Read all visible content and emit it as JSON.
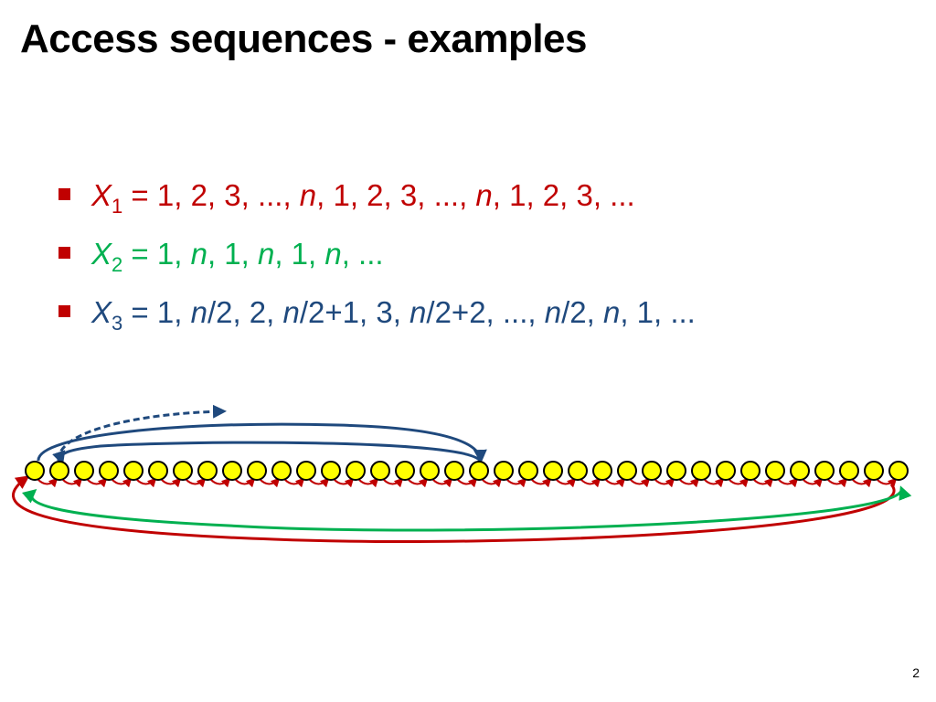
{
  "slide": {
    "title": "Access sequences - examples",
    "page_number": "2"
  },
  "bullets": [
    {
      "color": "#c00000",
      "var": "X",
      "sub": "1",
      "segments": [
        {
          "t": " = 1, 2, 3, ..., ",
          "i": false
        },
        {
          "t": "n",
          "i": true
        },
        {
          "t": ", 1, 2, 3, ..., ",
          "i": false
        },
        {
          "t": "n",
          "i": true
        },
        {
          "t": ", 1, 2, 3, ...",
          "i": false
        }
      ]
    },
    {
      "color": "#00b050",
      "var": "X",
      "sub": "2",
      "segments": [
        {
          "t": " = 1, ",
          "i": false
        },
        {
          "t": "n",
          "i": true
        },
        {
          "t": ", 1, ",
          "i": false
        },
        {
          "t": "n",
          "i": true
        },
        {
          "t": ", 1, ",
          "i": false
        },
        {
          "t": "n",
          "i": true
        },
        {
          "t": ", ...",
          "i": false
        }
      ]
    },
    {
      "color": "#1f497d",
      "var": "X",
      "sub": "3",
      "segments": [
        {
          "t": " = 1, ",
          "i": false
        },
        {
          "t": "n",
          "i": true
        },
        {
          "t": "/2, 2, ",
          "i": false
        },
        {
          "t": "n",
          "i": true
        },
        {
          "t": "/2+1, 3, ",
          "i": false
        },
        {
          "t": "n",
          "i": true
        },
        {
          "t": "/2+2, ..., ",
          "i": false
        },
        {
          "t": "n",
          "i": true
        },
        {
          "t": "/2, ",
          "i": false
        },
        {
          "t": "n",
          "i": true
        },
        {
          "t": ", 1, ...",
          "i": false
        }
      ]
    }
  ],
  "diagram": {
    "node_count": 36,
    "node_fill": "#ffff00",
    "node_stroke": "#000000",
    "colors": {
      "sequential": "#c00000",
      "alternate": "#00b050",
      "interleave": "#1f497d"
    }
  }
}
